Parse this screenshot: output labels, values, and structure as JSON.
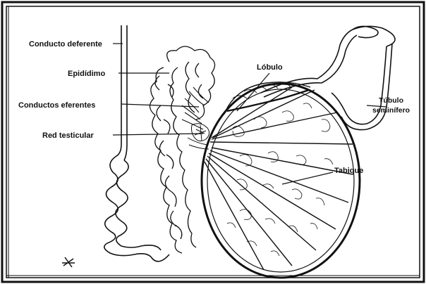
{
  "labels": {
    "conducto_deferente": "Conducto deferente",
    "epididimo": "Epidídimo",
    "conductos_eferentes": "Conductos eferentes",
    "red_testicular": "Red testicular",
    "lobulo": "Lóbulo",
    "tubulo_line1": "Túbulo",
    "tubulo_line2": "seminífero",
    "tabique": "Tabique"
  },
  "colors": {
    "ink": "#111111",
    "paper": "#ffffff"
  }
}
